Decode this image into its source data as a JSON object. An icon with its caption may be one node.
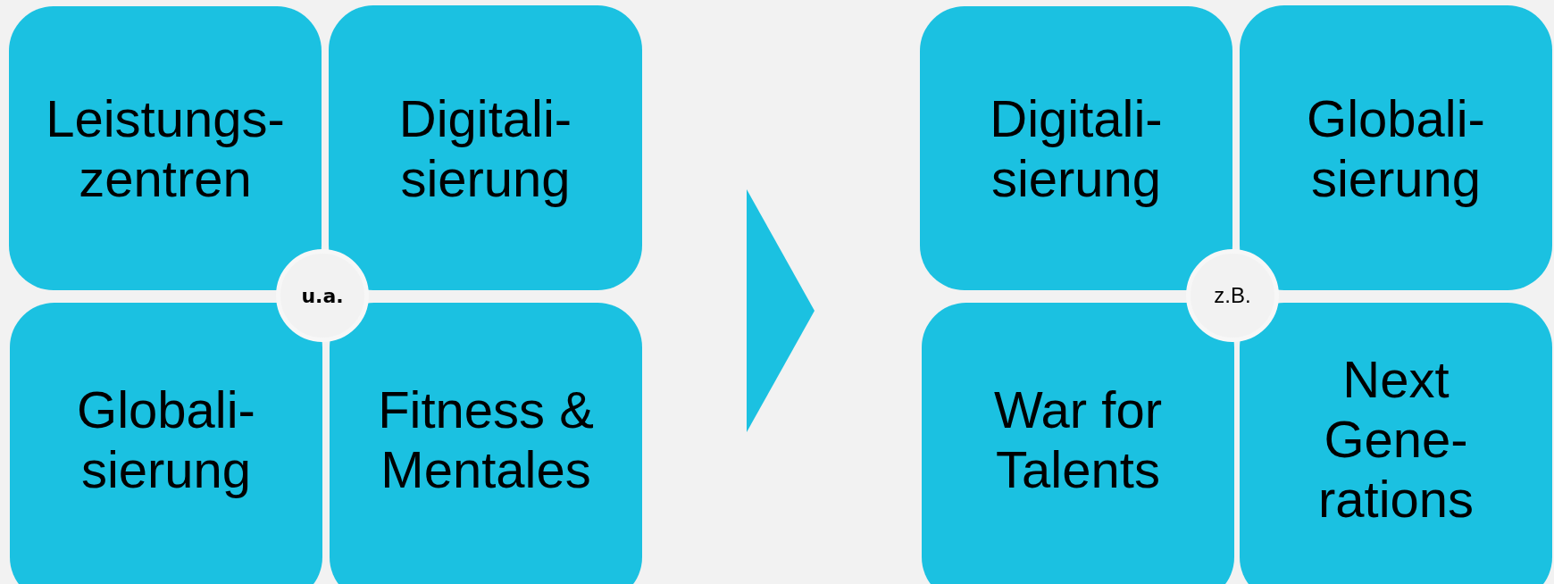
{
  "diagram": {
    "nodes": [
      {
        "text": [
          "Leistungs- zentren"
        ]
      },
      {
        "text": [
          "Digitali- sierung"
        ]
      },
      {
        "text": [
          "Globali- sierung"
        ]
      },
      {
        "text": [
          "Fitness & Mentales"
        ]
      },
      {
        "text": [
          "u.a."
        ]
      },
      {
        "text": [
          "Digitali- sierung"
        ]
      },
      {
        "text": [
          "Globali- sierung"
        ]
      },
      {
        "text": [
          "War for Talents"
        ]
      },
      {
        "text": [
          "Next Gene- rations"
        ]
      },
      {
        "text": [
          "z.B."
        ]
      }
    ]
  }
}
